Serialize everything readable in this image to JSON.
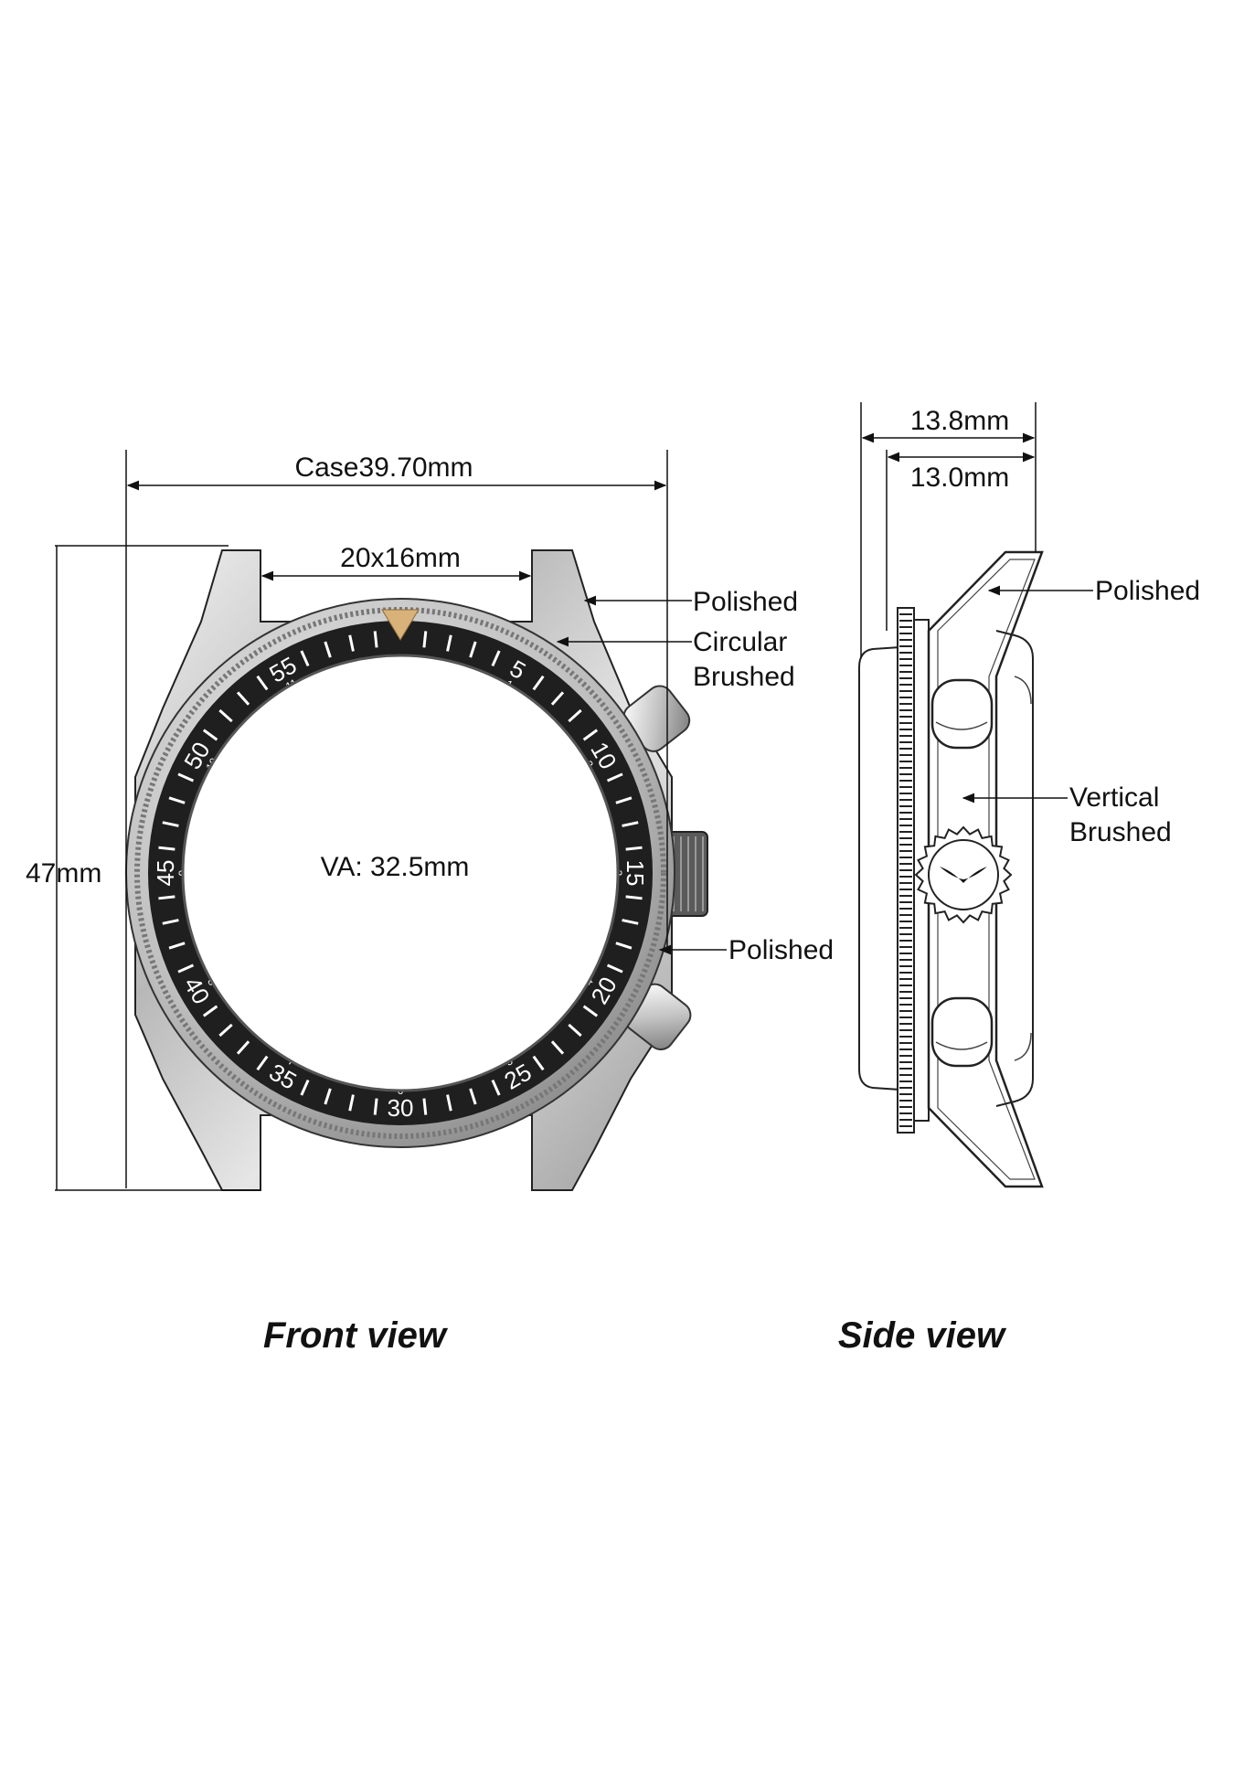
{
  "front": {
    "case_width": "Case39.70mm",
    "lug_width": "20x16mm",
    "height": "47mm",
    "view_area": "VA: 32.5mm",
    "finish_polished_top": "Polished",
    "finish_circular_1": "Circular",
    "finish_circular_2": "Brushed",
    "finish_polished_pusher": "Polished",
    "title": "Front view",
    "bezel_numbers": [
      "5",
      "10",
      "15",
      "20",
      "25",
      "30",
      "35",
      "40",
      "45",
      "50",
      "55"
    ],
    "bezel_hours": [
      "1",
      "2",
      "3",
      "4",
      "5",
      "6",
      "7",
      "8",
      "9",
      "10",
      "11"
    ],
    "colors": {
      "bezel": "#1f1f1f",
      "marker": "#d9b27a",
      "steel": "#c8c8c8"
    }
  },
  "side": {
    "thickness_total": "13.8mm",
    "thickness_case": "13.0mm",
    "finish_polished": "Polished",
    "finish_vertical_1": "Vertical",
    "finish_vertical_2": "Brushed",
    "title": "Side view"
  }
}
